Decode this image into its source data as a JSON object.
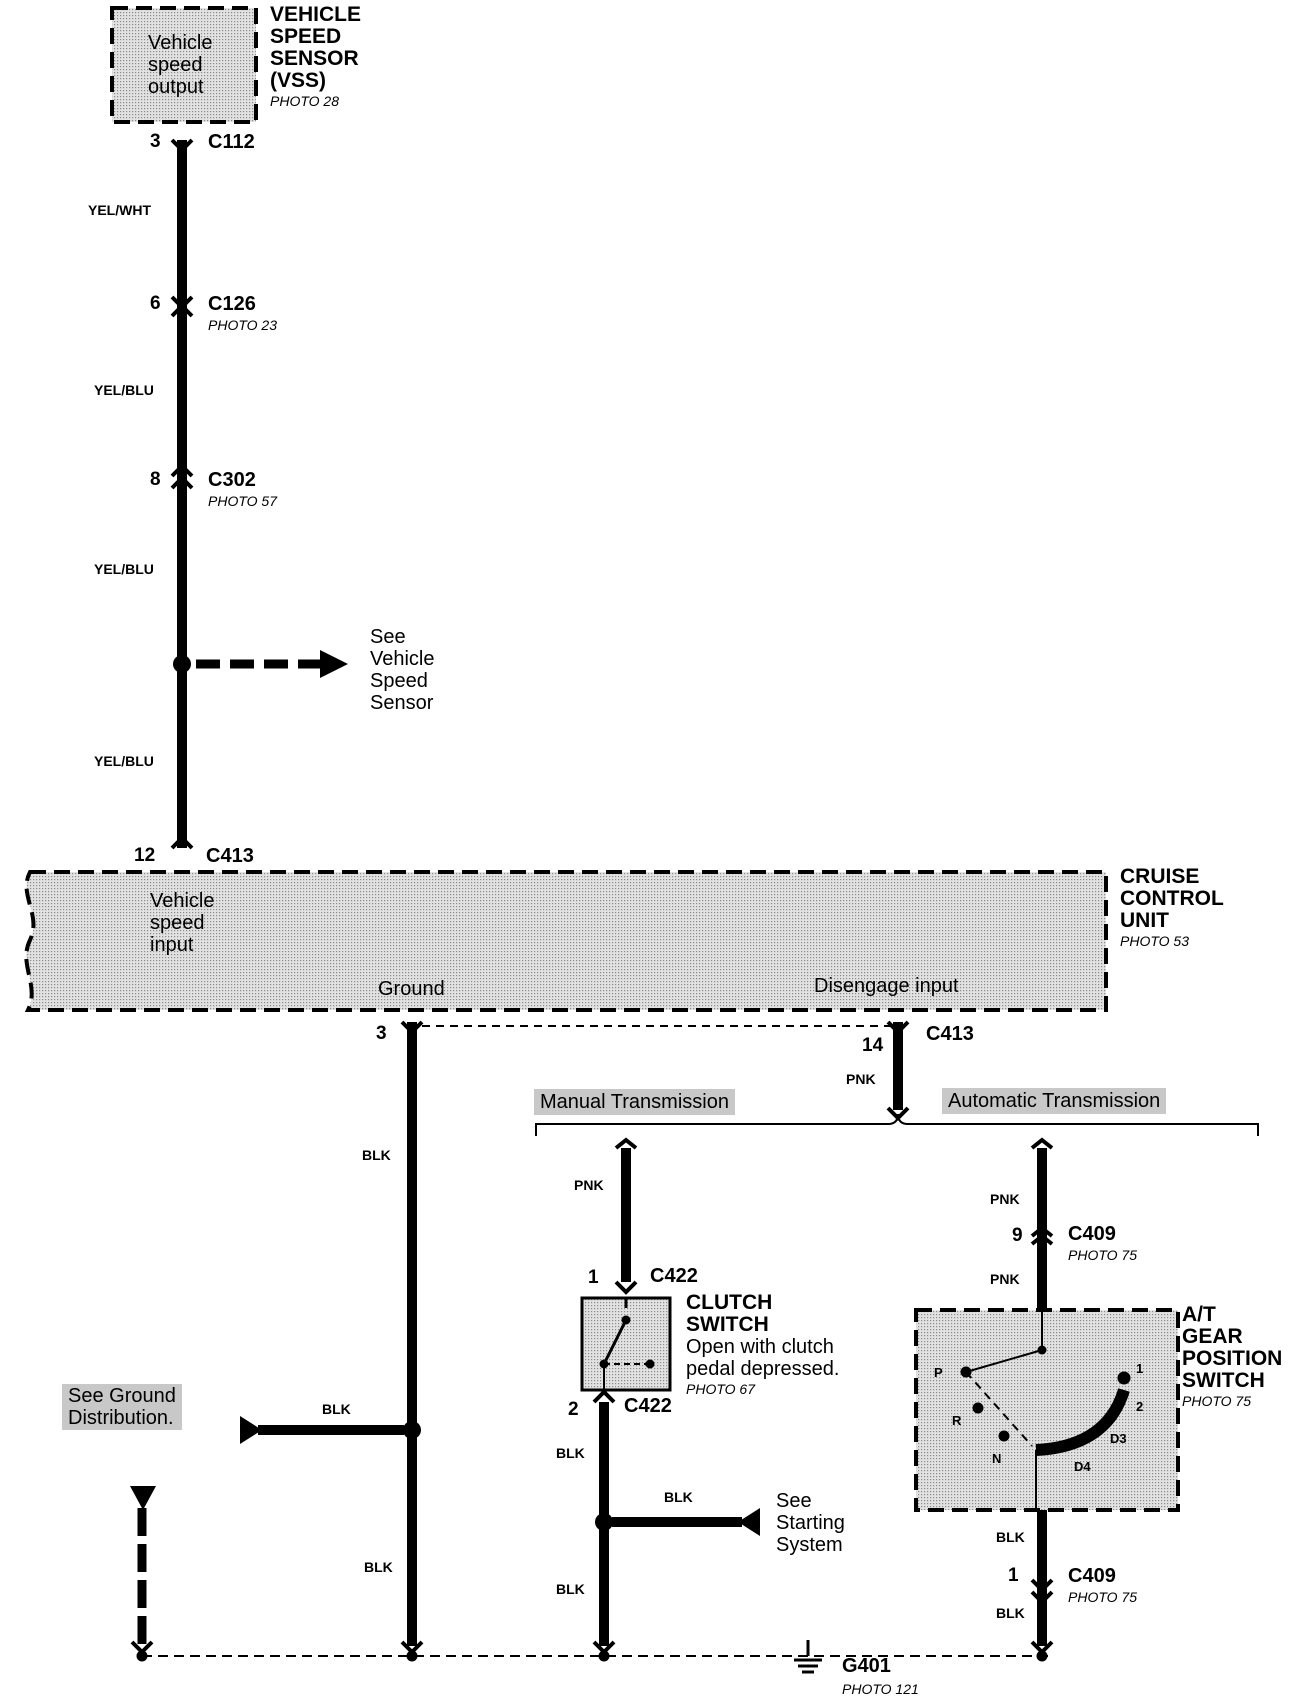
{
  "vss": {
    "title": "VEHICLE\nSPEED\nSENSOR\n(VSS)",
    "photo": "PHOTO 28",
    "output_label": "Vehicle\nspeed\noutput"
  },
  "connectors": {
    "c112": {
      "name": "C112",
      "pin": "3"
    },
    "c126": {
      "name": "C126",
      "pin": "6",
      "photo": "PHOTO 23"
    },
    "c302": {
      "name": "C302",
      "pin": "8",
      "photo": "PHOTO 57"
    },
    "c413_top": {
      "name": "C413",
      "pin": "12"
    },
    "c413_bottom": {
      "name": "C413",
      "pin": "14"
    },
    "ground_pin": "3",
    "c422_top": {
      "name": "C422",
      "pin": "1"
    },
    "c422_bottom": {
      "name": "C422",
      "pin": "2"
    },
    "c409_top": {
      "name": "C409",
      "pin": "9",
      "photo": "PHOTO 75"
    },
    "c409_bottom": {
      "name": "C409",
      "pin": "1",
      "photo": "PHOTO 75"
    }
  },
  "wires": {
    "w1": "YEL/WHT",
    "w2": "YEL/BLU",
    "w3": "YEL/BLU",
    "w4": "YEL/BLU",
    "blk_ground_1": "BLK",
    "blk_ground_2": "BLK",
    "blk_ground_3": "BLK",
    "pnk_disengage": "PNK",
    "pnk_manual": "PNK",
    "pnk_auto_1": "PNK",
    "pnk_auto_2": "PNK",
    "blk_clutch_1": "BLK",
    "blk_clutch_2": "BLK",
    "blk_starting": "BLK",
    "blk_at_1": "BLK",
    "blk_at_2": "BLK"
  },
  "see_vss": "See\nVehicle\nSpeed\nSensor",
  "cruise": {
    "title": "CRUISE\nCONTROL\nUNIT",
    "photo": "PHOTO 53",
    "speed_input": "Vehicle\nspeed\ninput",
    "ground": "Ground",
    "disengage": "Disengage input"
  },
  "branches": {
    "manual": "Manual Transmission",
    "automatic": "Automatic Transmission"
  },
  "clutch": {
    "title": "CLUTCH\nSWITCH",
    "desc": "Open with clutch\npedal depressed.",
    "photo": "PHOTO 67"
  },
  "at_switch": {
    "title": "A/T\nGEAR\nPOSITION\nSWITCH",
    "photo": "PHOTO 75",
    "positions": {
      "p": "P",
      "r": "R",
      "n": "N",
      "d4": "D4",
      "d3": "D3",
      "two": "2",
      "one": "1"
    }
  },
  "see_ground": "See Ground\nDistribution.",
  "see_starting": "See\nStarting\nSystem",
  "g401": {
    "name": "G401",
    "photo": "PHOTO 121"
  }
}
